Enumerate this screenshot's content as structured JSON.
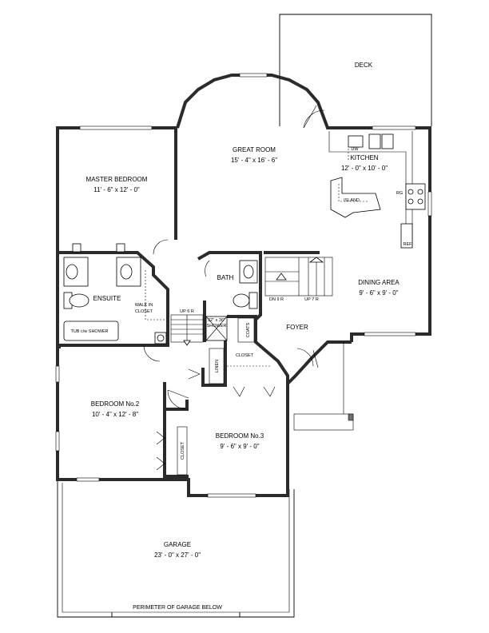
{
  "rooms": {
    "deck": {
      "name": "DECK"
    },
    "great_room": {
      "name": "GREAT ROOM",
      "dim": "15' - 4\" x 16' - 6\""
    },
    "kitchen": {
      "name": "KITCHEN",
      "dim": "12' - 0\" x 10' - 0\""
    },
    "master_bedroom": {
      "name": "MASTER BEDROOM",
      "dim": "11' - 6\" x 12' - 0\""
    },
    "ensuite": {
      "name": "ENSUITE"
    },
    "bath": {
      "name": "BATH"
    },
    "dining_area": {
      "name": "DINING AREA",
      "dim": "9' - 6\" x 9' - 0\""
    },
    "foyer": {
      "name": "FOYER"
    },
    "bedroom2": {
      "name": "BEDROOM No.2",
      "dim": "10' - 4\" x 12' - 8\""
    },
    "bedroom3": {
      "name": "BEDROOM No.3",
      "dim": "9' - 6\" x 9' - 0\""
    },
    "garage": {
      "name": "GARAGE",
      "dim": "23' - 0\" x 27' - 0\""
    }
  },
  "labels": {
    "dw": "DW",
    "island": "ISLAND",
    "rg": "RG",
    "ref": "REF",
    "walk_in_closet": [
      "WALK IN",
      "CLOSET"
    ],
    "tub_shower": "TUB c/w SHOWER",
    "up_6r": "UP 6 R",
    "dn_9r": "DN 9 R",
    "up_7r": "UP 7 R",
    "shower": [
      "32\" x 36\"",
      "SHOWER"
    ],
    "coats": "COATS",
    "closet_hall": "CLOSET",
    "linen": "LINEN",
    "closet_bed2": "CLOSET",
    "perimeter": "PERIMETER OF GARAGE BELOW"
  }
}
